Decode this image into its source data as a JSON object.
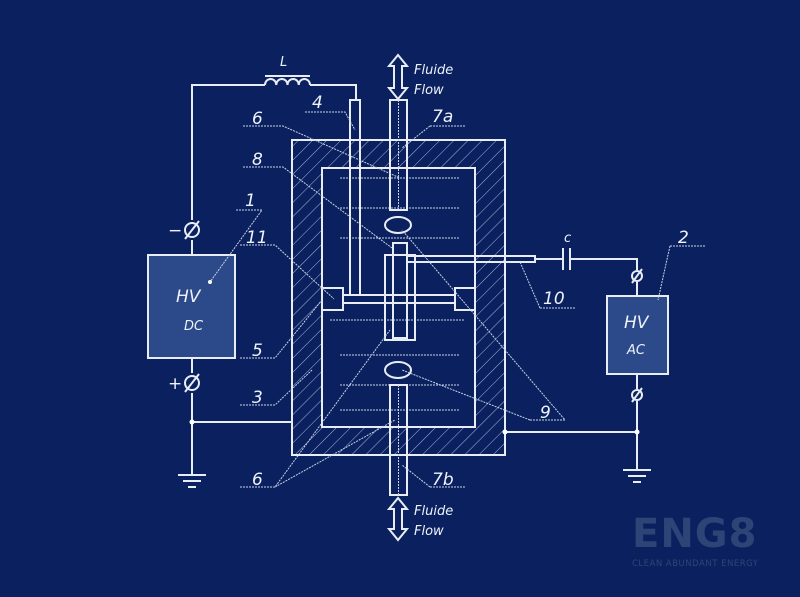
{
  "labels": {
    "inductor": "L",
    "capacitor": "c",
    "n1": "1",
    "n2": "2",
    "n3": "3",
    "n4": "4",
    "n5": "5",
    "n6_top": "6",
    "n6_bottom": "6",
    "n7a": "7a",
    "n7b": "7b",
    "n8": "8",
    "n9": "9",
    "n10": "10",
    "n11": "11",
    "minus": "−",
    "plus": "+"
  },
  "dc_source": {
    "title": "HV",
    "subtitle": "DC"
  },
  "ac_source": {
    "title": "HV",
    "subtitle": "AC"
  },
  "flow_top": {
    "line1": "Fluide",
    "line2": "Flow"
  },
  "flow_bottom": {
    "line1": "Fluide",
    "line2": "Flow"
  },
  "logo": {
    "name": "ENG8",
    "tagline": "CLEAN ABUNDANT ENERGY"
  },
  "colors": {
    "background": "#0b215f",
    "line": "#e8ecf5",
    "logo": "#2c4577"
  }
}
